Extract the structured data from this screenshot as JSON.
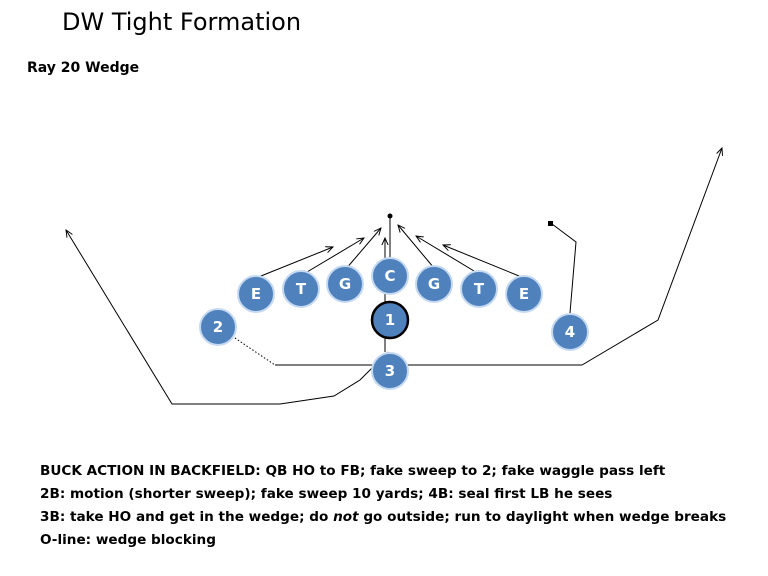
{
  "title": "DW Tight Formation",
  "play_name": "Ray 20 Wedge",
  "players": [
    {
      "id": "le",
      "label": "E"
    },
    {
      "id": "lt",
      "label": "T"
    },
    {
      "id": "lg",
      "label": "G"
    },
    {
      "id": "c",
      "label": "C"
    },
    {
      "id": "rg",
      "label": "G"
    },
    {
      "id": "rt",
      "label": "T"
    },
    {
      "id": "re",
      "label": "E"
    },
    {
      "id": "b1",
      "label": "1"
    },
    {
      "id": "b2",
      "label": "2"
    },
    {
      "id": "b3",
      "label": "3"
    },
    {
      "id": "b4",
      "label": "4"
    }
  ],
  "notes": {
    "line1": "BUCK ACTION IN BACKFIELD: QB HO to FB; fake sweep to 2; fake waggle pass left",
    "line2": "2B: motion (shorter sweep); fake sweep 10 yards; 4B: seal first LB he sees",
    "line3_a": "3B: take HO and get in the wedge; do ",
    "line3_em": "not",
    "line3_b": " go outside; run to daylight when wedge breaks",
    "line4": "O-line: wedge blocking"
  },
  "colors": {
    "player_fill": "#4f81bd",
    "player_stroke": "#c5d9f1",
    "qb_stroke": "#000000",
    "route": "#000000"
  }
}
